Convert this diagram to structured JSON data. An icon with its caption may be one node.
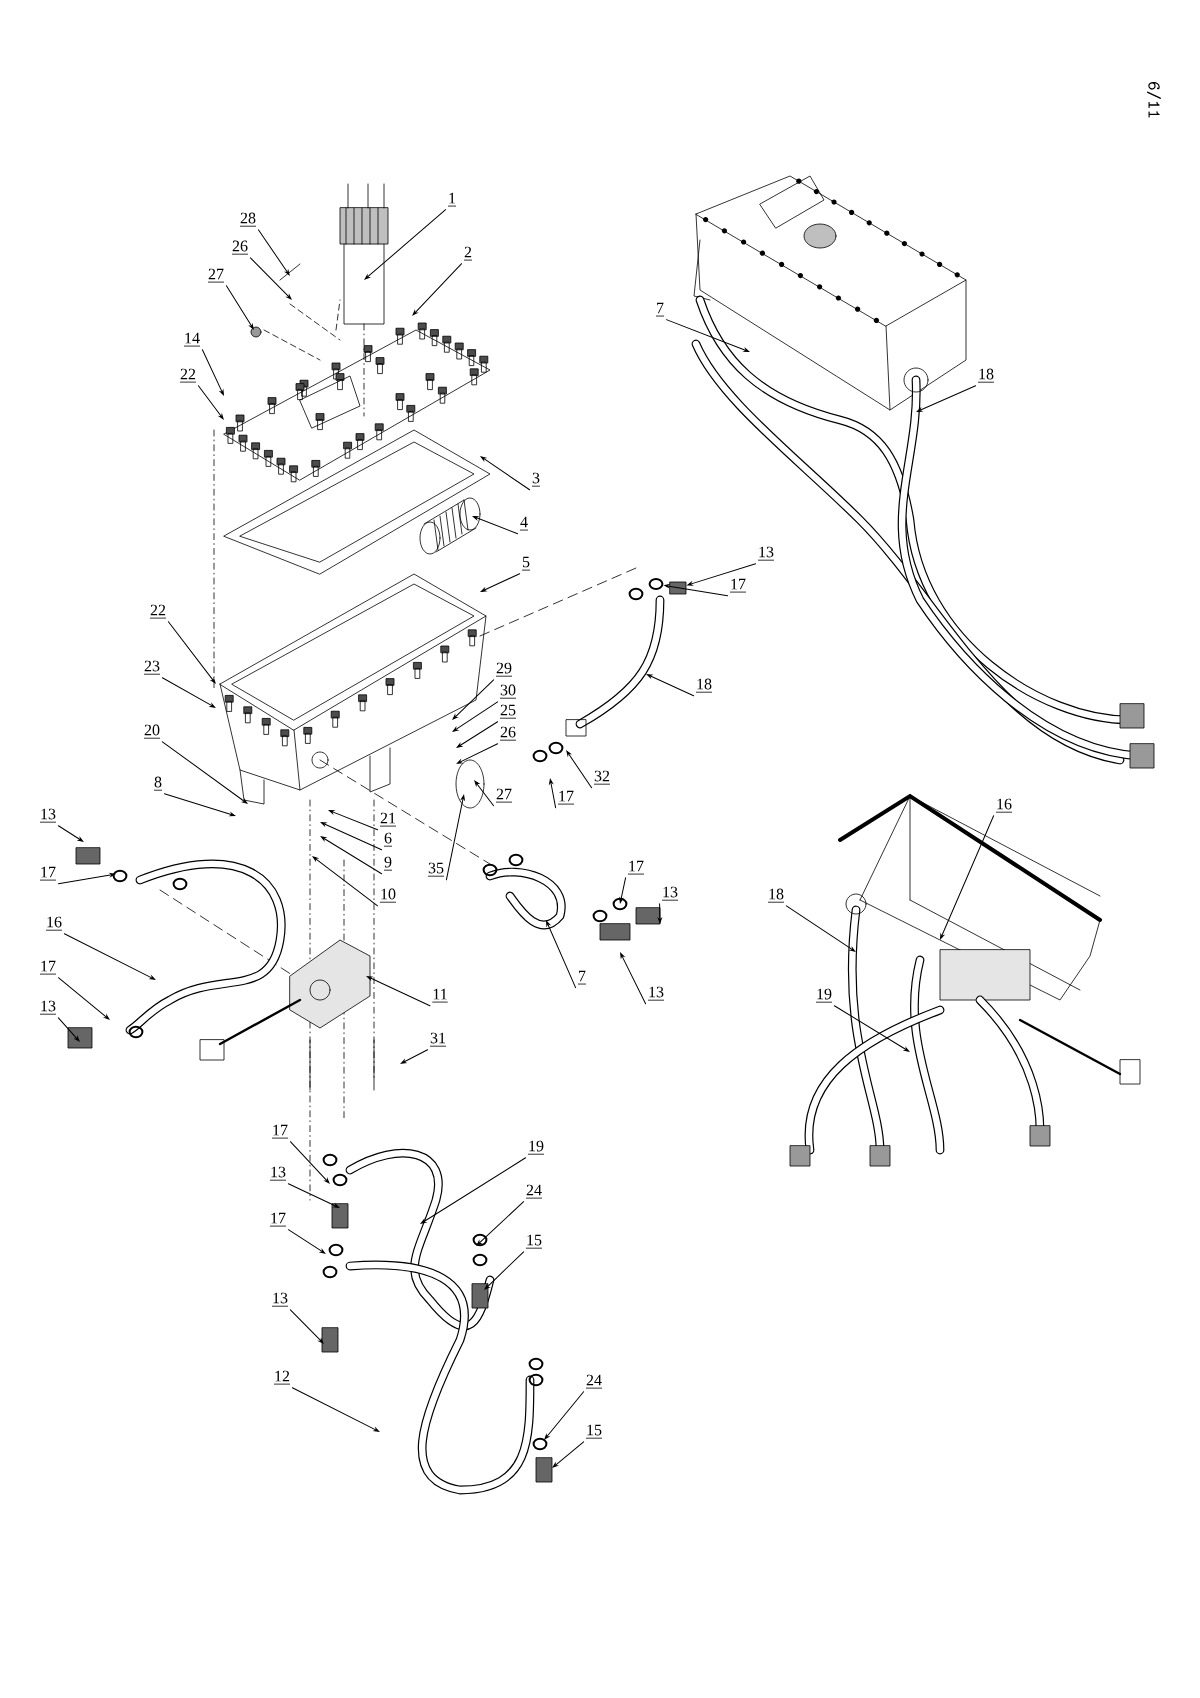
{
  "diagram": {
    "nodes": [
      {
        "text": [
          "1"
        ]
      },
      {
        "text": [
          "28"
        ]
      },
      {
        "text": [
          "2"
        ]
      },
      {
        "text": [
          "26"
        ]
      },
      {
        "text": [
          "27"
        ]
      },
      {
        "text": [
          "14"
        ]
      },
      {
        "text": [
          "22"
        ]
      },
      {
        "text": [
          "3"
        ]
      },
      {
        "text": [
          "4"
        ]
      },
      {
        "text": [
          "5"
        ]
      },
      {
        "text": [
          "22"
        ]
      },
      {
        "text": [
          "23"
        ]
      },
      {
        "text": [
          "29"
        ]
      },
      {
        "text": [
          "30"
        ]
      },
      {
        "text": [
          "25"
        ]
      },
      {
        "text": [
          "26"
        ]
      },
      {
        "text": [
          "20"
        ]
      },
      {
        "text": [
          "8"
        ]
      },
      {
        "text": [
          "32"
        ]
      },
      {
        "text": [
          "17"
        ]
      },
      {
        "text": [
          "27"
        ]
      },
      {
        "text": [
          "18"
        ]
      },
      {
        "text": [
          "13"
        ]
      },
      {
        "text": [
          "17"
        ]
      },
      {
        "text": [
          "21"
        ]
      },
      {
        "text": [
          "6"
        ]
      },
      {
        "text": [
          "9"
        ]
      },
      {
        "text": [
          "35"
        ]
      },
      {
        "text": [
          "10"
        ]
      },
      {
        "text": [
          "13"
        ]
      },
      {
        "text": [
          "17"
        ]
      },
      {
        "text": [
          "17"
        ]
      },
      {
        "text": [
          "13"
        ]
      },
      {
        "text": [
          "16"
        ]
      },
      {
        "text": [
          "7"
        ]
      },
      {
        "text": [
          "13"
        ]
      },
      {
        "text": [
          "17"
        ]
      },
      {
        "text": [
          "11"
        ]
      },
      {
        "text": [
          "13"
        ]
      },
      {
        "text": [
          "31"
        ]
      },
      {
        "text": [
          "17"
        ]
      },
      {
        "text": [
          "19"
        ]
      },
      {
        "text": [
          "13"
        ]
      },
      {
        "text": [
          "24"
        ]
      },
      {
        "text": [
          "17"
        ]
      },
      {
        "text": [
          "15"
        ]
      },
      {
        "text": [
          "13"
        ]
      },
      {
        "text": [
          "12"
        ]
      },
      {
        "text": [
          "24"
        ]
      },
      {
        "text": [
          "15"
        ]
      },
      {
        "text": [
          "7"
        ]
      },
      {
        "text": [
          "18"
        ]
      },
      {
        "text": [
          "16"
        ]
      },
      {
        "text": [
          "18"
        ]
      },
      {
        "text": [
          "19"
        ]
      },
      {
        "text": [],
        "shape": "box"
      },
      {
        "text": [],
        "shape": "circle"
      }
    ],
    "edges": [
      {
        "from": 0,
        "to": null,
        "arrow": "to"
      },
      {
        "from": 1,
        "to": null,
        "arrow": "to"
      },
      {
        "from": 2,
        "to": null,
        "arrow": "to"
      },
      {
        "from": 3,
        "to": null,
        "arrow": "to"
      },
      {
        "from": 4,
        "to": null,
        "arrow": "to"
      },
      {
        "from": 5,
        "to": null,
        "arrow": "to"
      },
      {
        "from": 6,
        "to": null,
        "arrow": "to"
      },
      {
        "from": 7,
        "to": null,
        "arrow": "to"
      },
      {
        "from": 8,
        "to": null,
        "arrow": "to"
      },
      {
        "from": 9,
        "to": null,
        "arrow": "to"
      },
      {
        "from": 10,
        "to": null,
        "arrow": "to"
      },
      {
        "from": 11,
        "to": null,
        "arrow": "to"
      },
      {
        "from": 12,
        "to": null,
        "arrow": "to"
      },
      {
        "from": 13,
        "to": null,
        "arrow": "to"
      },
      {
        "from": 14,
        "to": null,
        "arrow": "to"
      },
      {
        "from": 15,
        "to": null,
        "arrow": "to"
      },
      {
        "from": 16,
        "to": null,
        "arrow": "to"
      },
      {
        "from": 17,
        "to": null,
        "arrow": "to"
      },
      {
        "from": 18,
        "to": null,
        "arrow": "to"
      },
      {
        "from": 19,
        "to": null,
        "arrow": "to"
      },
      {
        "from": 20,
        "to": null,
        "arrow": "to"
      },
      {
        "from": 21,
        "to": null,
        "arrow": "to"
      },
      {
        "from": 22,
        "to": 55,
        "arrow": "to"
      },
      {
        "from": 23,
        "to": 56,
        "arrow": "to"
      },
      {
        "from": 24,
        "to": null,
        "arrow": "to"
      },
      {
        "from": 25,
        "to": null,
        "arrow": "to"
      },
      {
        "from": 26,
        "to": null,
        "arrow": "to"
      },
      {
        "from": 27,
        "to": null,
        "arrow": "to"
      },
      {
        "from": 28,
        "to": null,
        "arrow": "to"
      },
      {
        "from": 29,
        "to": null,
        "arrow": "to"
      },
      {
        "from": 30,
        "to": null,
        "arrow": "to"
      },
      {
        "from": 31,
        "to": null,
        "arrow": "to"
      },
      {
        "from": 32,
        "to": null,
        "arrow": "to"
      },
      {
        "from": 33,
        "to": null,
        "arrow": "to"
      },
      {
        "from": 34,
        "to": null,
        "arrow": "to"
      },
      {
        "from": 35,
        "to": null,
        "arrow": "to"
      },
      {
        "from": 36,
        "to": null,
        "arrow": "to"
      },
      {
        "from": 37,
        "to": null,
        "arrow": "to"
      },
      {
        "from": 38,
        "to": null,
        "arrow": "to"
      },
      {
        "from": 39,
        "to": null,
        "arrow": "to"
      },
      {
        "from": 40,
        "to": null,
        "arrow": "to"
      },
      {
        "from": 41,
        "to": null,
        "arrow": "to"
      },
      {
        "from": 42,
        "to": null,
        "arrow": "to"
      },
      {
        "from": 43,
        "to": null,
        "arrow": "to"
      },
      {
        "from": 44,
        "to": null,
        "arrow": "to"
      },
      {
        "from": 45,
        "to": null,
        "arrow": "to"
      },
      {
        "from": 46,
        "to": null,
        "arrow": "to"
      },
      {
        "from": 47,
        "to": null,
        "arrow": "to"
      },
      {
        "from": 48,
        "to": null,
        "arrow": "to"
      },
      {
        "from": 49,
        "to": null,
        "arrow": "to"
      },
      {
        "from": 50,
        "to": null,
        "arrow": "to"
      },
      {
        "from": 51,
        "to": null,
        "arrow": "to"
      },
      {
        "from": 52,
        "to": null,
        "arrow": "to"
      },
      {
        "from": 53,
        "to": null,
        "arrow": "to"
      },
      {
        "from": 54,
        "to": null,
        "arrow": "to"
      }
    ],
    "labels": [
      "6/11"
    ]
  }
}
